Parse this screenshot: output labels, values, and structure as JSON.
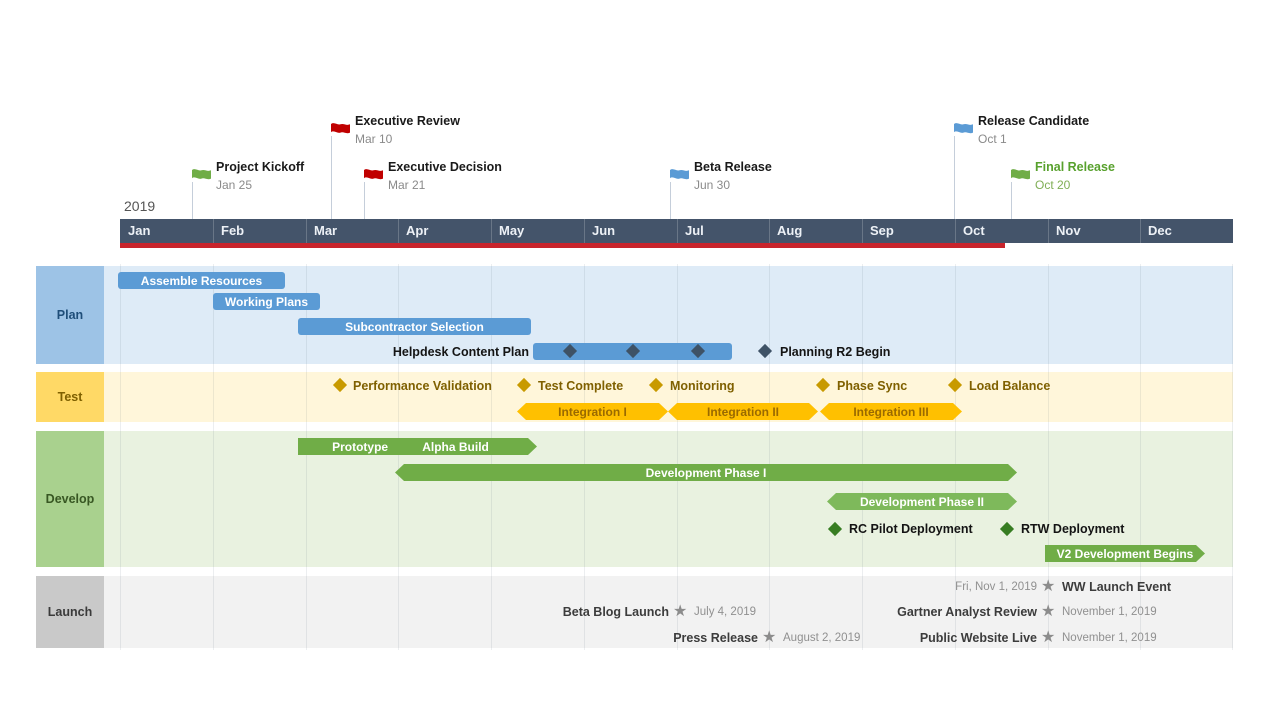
{
  "chart_data": {
    "type": "timeline-gantt",
    "year": "2019",
    "months": [
      "Jan",
      "Feb",
      "Mar",
      "Apr",
      "May",
      "Jun",
      "Jul",
      "Aug",
      "Sep",
      "Oct",
      "Nov",
      "Dec"
    ],
    "flag_milestones": [
      {
        "label": "Project Kickoff",
        "date": "Jan 25",
        "flag_color": "green"
      },
      {
        "label": "Executive Review",
        "date": "Mar 10",
        "flag_color": "red"
      },
      {
        "label": "Executive Decision",
        "date": "Mar 21",
        "flag_color": "red"
      },
      {
        "label": "Beta Release",
        "date": "Jun 30",
        "flag_color": "blue"
      },
      {
        "label": "Release Candidate",
        "date": "Oct 1",
        "flag_color": "blue"
      },
      {
        "label": "Final Release",
        "date": "Oct 20",
        "flag_color": "green"
      }
    ],
    "lanes": [
      {
        "name": "Plan",
        "items": [
          {
            "label": "Assemble Resources",
            "type": "bar",
            "start": "Jan 1",
            "end": "Feb 23"
          },
          {
            "label": "Working Plans",
            "type": "bar",
            "start": "Feb 1",
            "end": "Mar 5"
          },
          {
            "label": "Subcontractor Selection",
            "type": "bar",
            "start": "Mar 1",
            "end": "May 13"
          },
          {
            "label": "Helpdesk Content Plan",
            "type": "bar-with-milestones",
            "start": "May 14",
            "end": "Jul 18",
            "milestone_dates": [
              "May 26",
              "Jun 15",
              "Jul 8"
            ]
          },
          {
            "label": "Planning R2 Begin",
            "type": "diamond",
            "date": "Jul 29"
          }
        ]
      },
      {
        "name": "Test",
        "items": [
          {
            "label": "Performance Validation",
            "type": "diamond",
            "date": "Mar 12"
          },
          {
            "label": "Test Complete",
            "type": "diamond",
            "date": "May 11"
          },
          {
            "label": "Monitoring",
            "type": "diamond",
            "date": "Jun 24"
          },
          {
            "label": "Phase Sync",
            "type": "diamond",
            "date": "Aug 18"
          },
          {
            "label": "Load Balance",
            "type": "diamond",
            "date": "Oct 1"
          },
          {
            "label": "Integration I",
            "type": "bar",
            "start": "Apr 29",
            "end": "Jun 28"
          },
          {
            "label": "Integration II",
            "type": "bar",
            "start": "Jun 28",
            "end": "Aug 16"
          },
          {
            "label": "Integration III",
            "type": "bar",
            "start": "Aug 17",
            "end": "Oct 3"
          }
        ]
      },
      {
        "name": "Develop",
        "items": [
          {
            "label": "Prototype",
            "type": "bar-segment",
            "start": "Mar 1",
            "end": "Apr 15"
          },
          {
            "label": "Alpha Build",
            "type": "bar-segment",
            "start": "Apr 15",
            "end": "May 11"
          },
          {
            "label": "Development Phase I",
            "type": "bar",
            "start": "Apr 1",
            "end": "Oct 21"
          },
          {
            "label": "Development Phase II",
            "type": "bar",
            "start": "Aug 19",
            "end": "Oct 21"
          },
          {
            "label": "RC Pilot Deployment",
            "type": "diamond",
            "date": "Aug 22"
          },
          {
            "label": "RTW Deployment",
            "type": "diamond",
            "date": "Oct 17"
          },
          {
            "label": "V2 Development Begins",
            "type": "bar",
            "start": "Oct 24",
            "end": "Dec 21"
          }
        ]
      },
      {
        "name": "Launch",
        "items": [
          {
            "label": "Beta Blog Launch",
            "type": "star",
            "date": "July 4, 2019"
          },
          {
            "label": "Press Release",
            "type": "star",
            "date": "August 2, 2019"
          },
          {
            "label": "WW Launch Event",
            "type": "star",
            "date": "Fri, Nov 1, 2019"
          },
          {
            "label": "Gartner Analyst Review",
            "type": "star",
            "date": "November 1, 2019"
          },
          {
            "label": "Public Website Live",
            "type": "star",
            "date": "November 1, 2019"
          }
        ]
      }
    ]
  },
  "colors": {
    "timeline_band": "#44546A",
    "red_underline": "#C8242C",
    "bar_blue": "#5B9BD5",
    "bar_gold": "#FFC000",
    "bar_green": "#70AD47",
    "diamond_navy": "#3E5266",
    "diamond_gold": "#C89A00",
    "diamond_green": "#377D22",
    "lane_plan_label": "#9DC3E6",
    "lane_test_label": "#FFD966",
    "lane_develop_label": "#A9D18E",
    "lane_launch_label": "#C9C9C9",
    "lane_plan_bg": "#DEEBF7",
    "lane_test_bg": "#FFF6DA",
    "lane_develop_bg": "#E9F2E0",
    "lane_launch_bg": "#F2F2F2",
    "flag_green": "#70AD47",
    "flag_red": "#C00000",
    "flag_blue": "#5B9BD5",
    "star_gray": "#8C8C8C"
  }
}
